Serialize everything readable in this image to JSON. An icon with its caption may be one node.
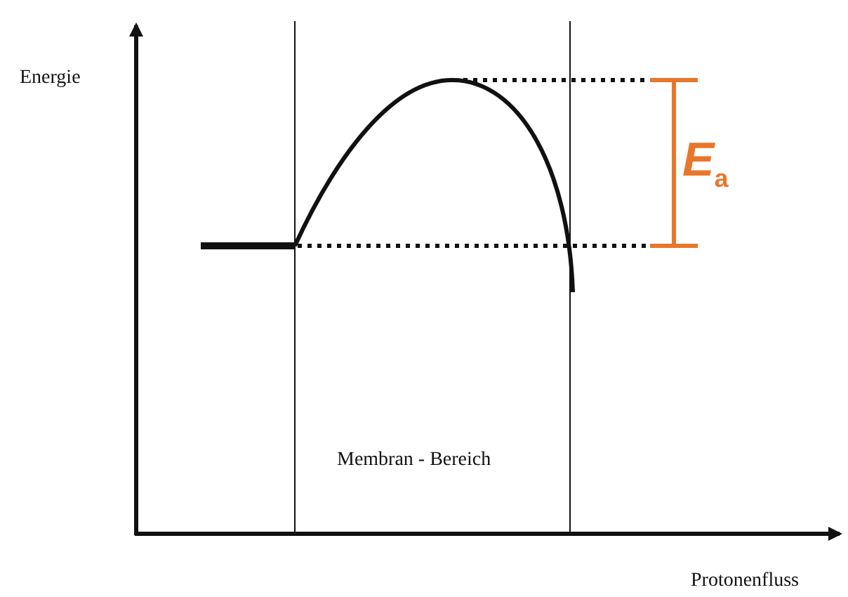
{
  "diagram": {
    "labels": [
      "Energie",
      "E$_{a}$",
      "Membran - Bereich",
      "Protonenfluss"
    ]
  }
}
